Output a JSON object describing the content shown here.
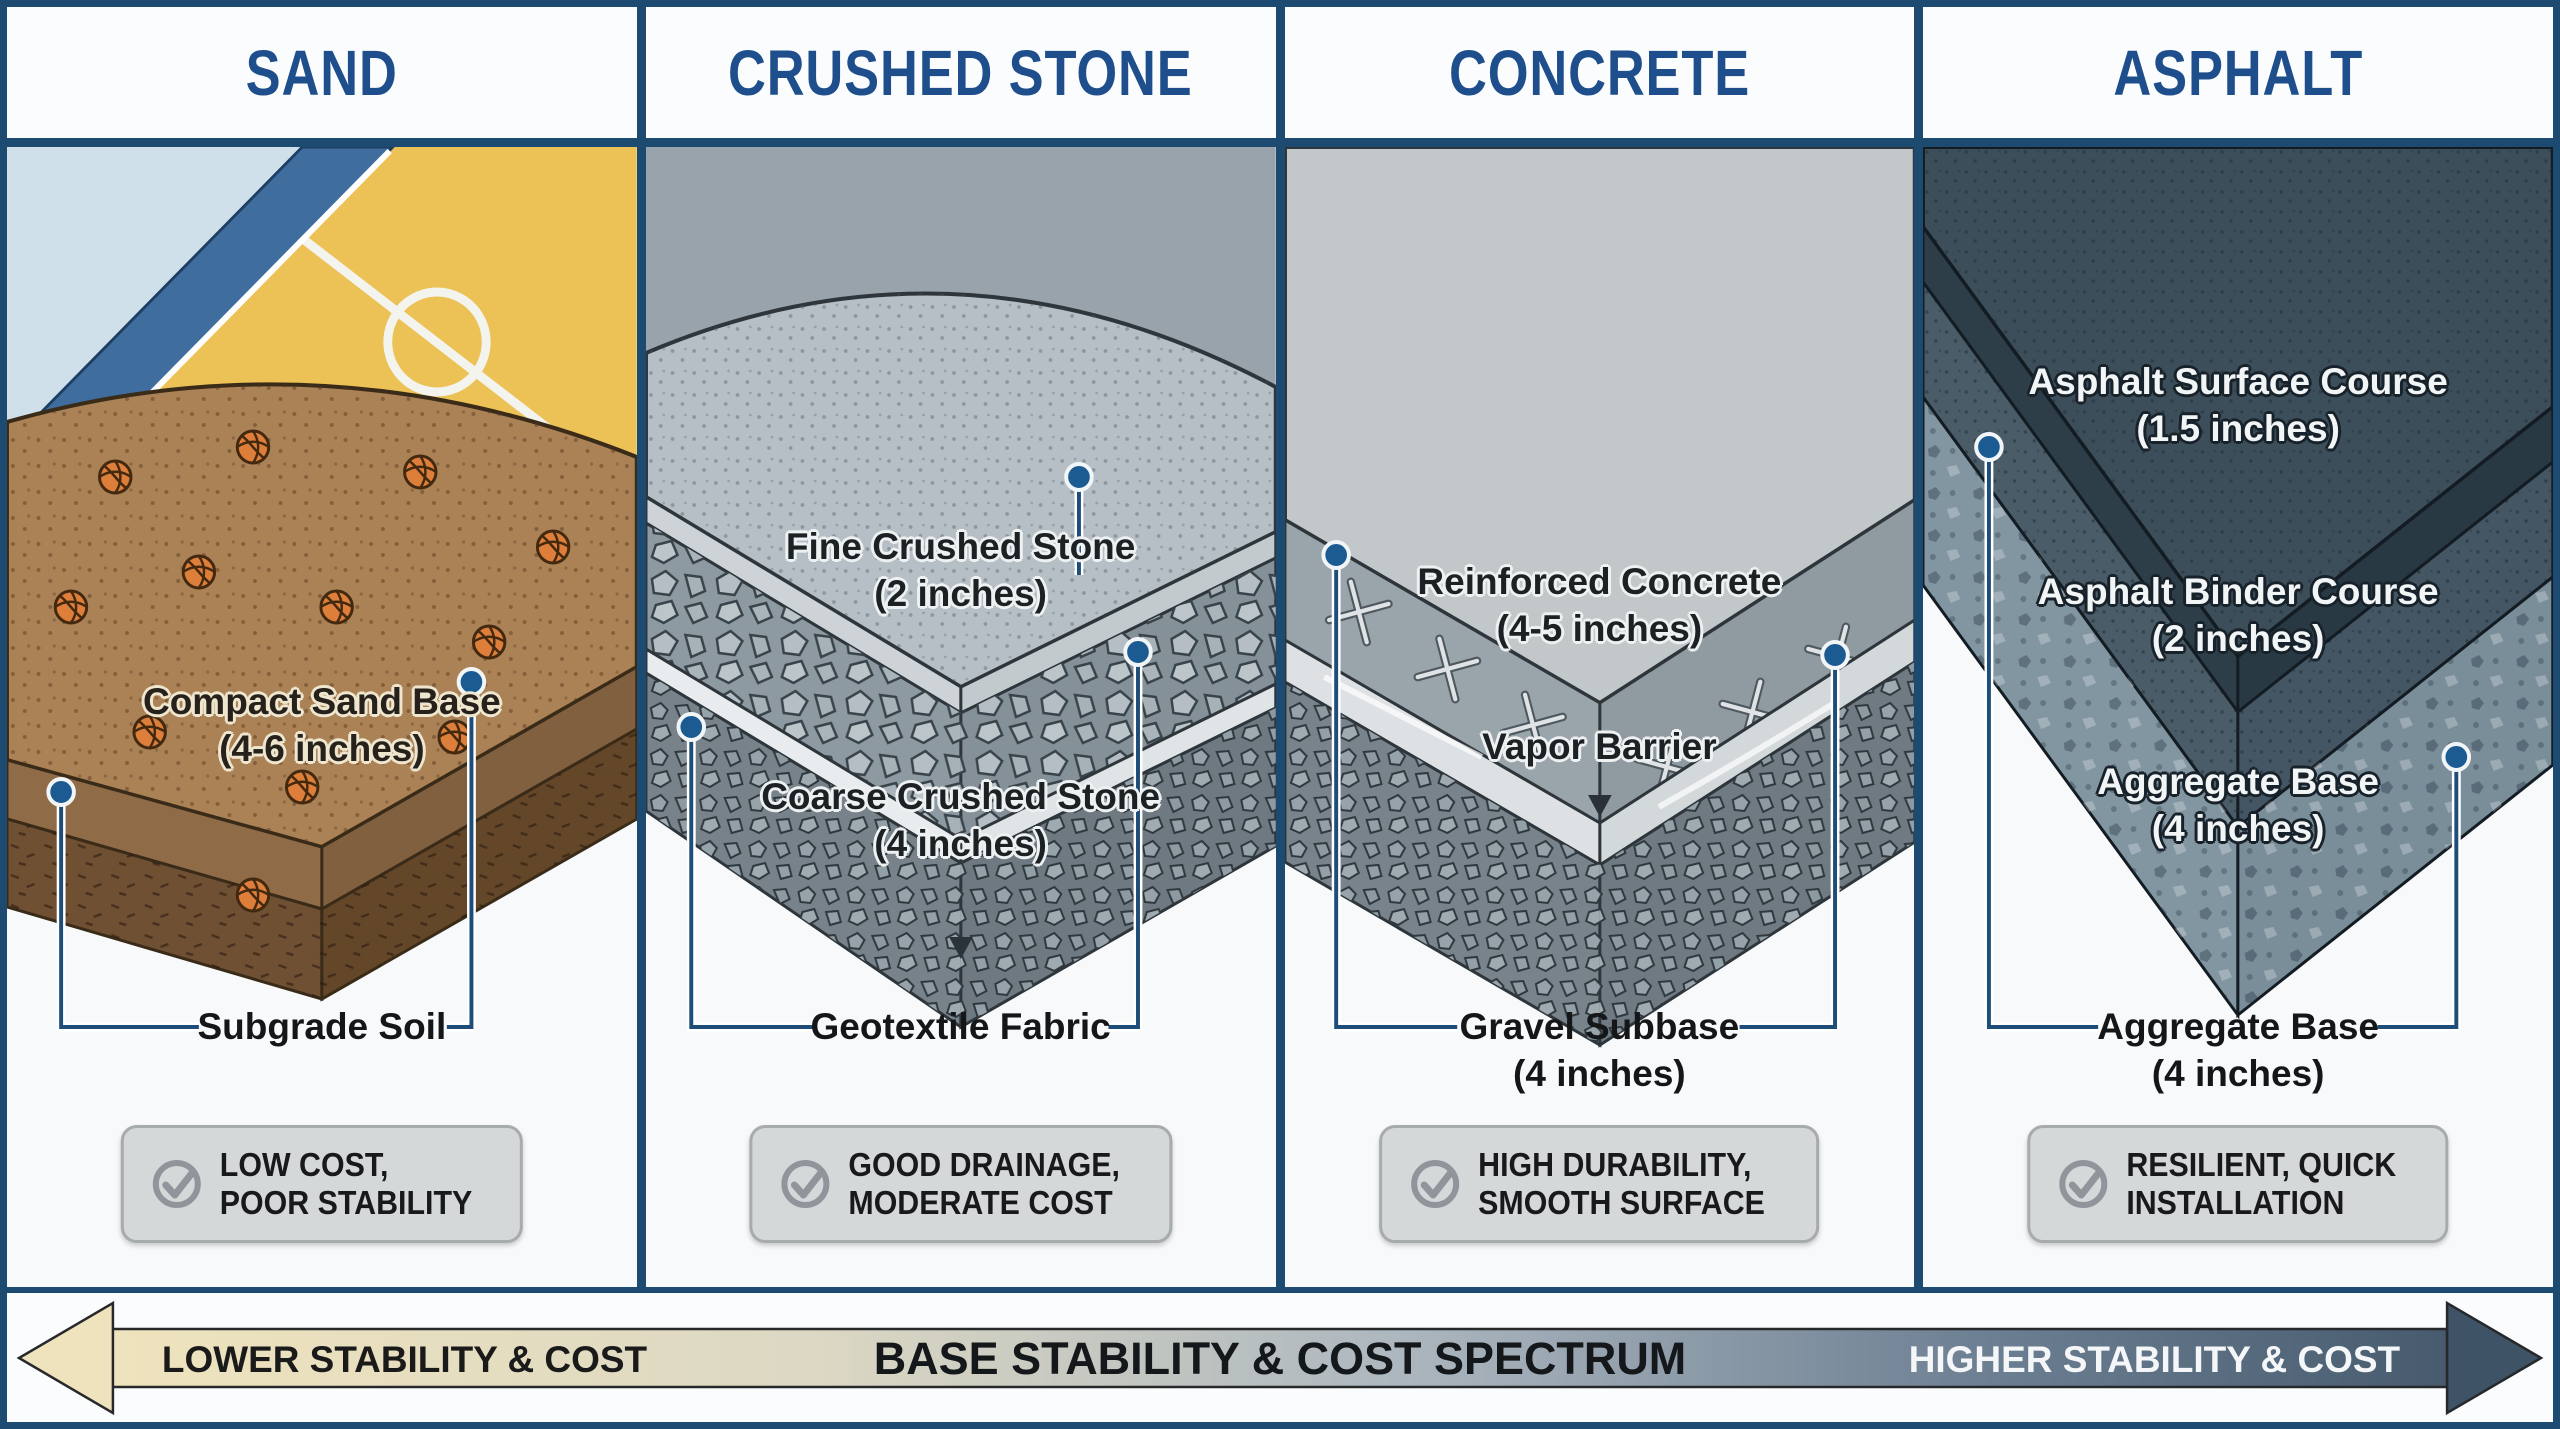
{
  "panels": [
    {
      "id": "sand",
      "title": "SAND",
      "layer_labels": [
        {
          "line1": "Compact Sand Base",
          "line2": "(4-6 inches)"
        }
      ],
      "callout": {
        "line1": "Subgrade Soil",
        "line2": ""
      },
      "badge": {
        "icon": "check-icon",
        "line1": "LOW COST,",
        "line2": "POOR STABILITY"
      }
    },
    {
      "id": "crushed-stone",
      "title": "CRUSHED STONE",
      "layer_labels": [
        {
          "line1": "Fine Crushed Stone",
          "line2": "(2 inches)"
        },
        {
          "line1": "Coarse Crushed Stone",
          "line2": "(4 inches)"
        }
      ],
      "callout": {
        "line1": "Geotextile Fabric",
        "line2": ""
      },
      "badge": {
        "icon": "check-icon",
        "line1": "GOOD DRAINAGE,",
        "line2": "MODERATE COST"
      }
    },
    {
      "id": "concrete",
      "title": "CONCRETE",
      "layer_labels": [
        {
          "line1": "Reinforced Concrete",
          "line2": "(4-5 inches)"
        },
        {
          "line1": "Vapor Barrier",
          "line2": ""
        }
      ],
      "callout": {
        "line1": "Gravel Subbase",
        "line2": "(4 inches)"
      },
      "badge": {
        "icon": "check-icon",
        "line1": "HIGH DURABILITY,",
        "line2": "SMOOTH SURFACE"
      }
    },
    {
      "id": "asphalt",
      "title": "ASPHALT",
      "layer_labels": [
        {
          "line1": "Asphalt Surface Course",
          "line2": "(1.5 inches)"
        },
        {
          "line1": "Asphalt Binder Course",
          "line2": "(2 inches)"
        },
        {
          "line1": "Aggregate Base",
          "line2": "(4 inches)"
        }
      ],
      "callout": {
        "line1": "Aggregate Base",
        "line2": "(4 inches)"
      },
      "badge": {
        "icon": "check-icon",
        "line1": "RESILIENT, QUICK",
        "line2": "INSTALLATION"
      }
    }
  ],
  "spectrum": {
    "left_label": "LOWER STABILITY & COST",
    "center_label": "BASE STABILITY & COST SPECTRUM",
    "right_label": "HIGHER STABILITY & COST"
  },
  "colors": {
    "header_text": "#1e4e8b",
    "border_navy": "#1d4a70",
    "pin_blue": "#1c5a92",
    "badge_bg": "#d5d8d9",
    "court_yellow": "#ecc257",
    "sand_brown": "#ab8156",
    "concrete_gray": "#c2c7c9",
    "asphalt_dark": "#3c4e5a",
    "spectrum_left": "#efe3bd",
    "spectrum_right": "#475b6e"
  }
}
